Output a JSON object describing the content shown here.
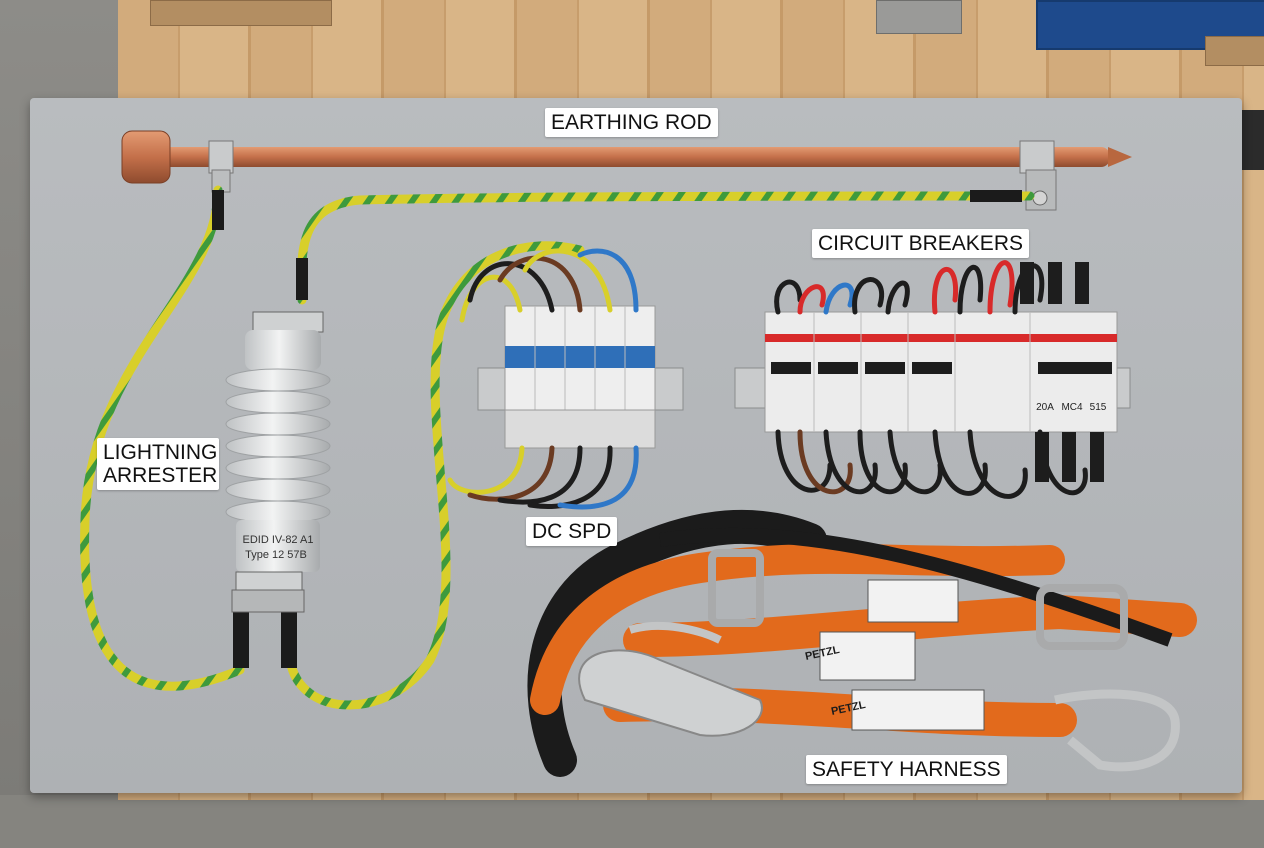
{
  "labels": {
    "earthing_rod": "EARTHING ROD",
    "circuit_breakers": "CIRCUIT BREAKERS",
    "lightning_arrester_line1": "LIGHTNING",
    "lightning_arrester_line2": "ARRESTER",
    "dc_spd": "DC SPD",
    "safety_harness": "SAFETY HARNESS"
  },
  "arrester_markings": {
    "line1": "EDID IV-82 A1",
    "line2": "Type 12 57B"
  },
  "breaker_markings": [
    "20A",
    "MC4",
    "515"
  ],
  "harness_brand": "PETZL",
  "colors": {
    "copper": "#c4704a",
    "earth_wire_yellow": "#d8cf2a",
    "earth_wire_green": "#3e9a3c",
    "webbing_orange": "#e26a1c",
    "webbing_black": "#1b1b1b",
    "board_grey": "#b4b7ba",
    "breaker_red": "#d82a2a"
  },
  "icons": [
    "earthing-rod-icon",
    "lightning-arrester-icon",
    "dc-spd-icon",
    "circuit-breaker-icon",
    "safety-harness-icon"
  ]
}
